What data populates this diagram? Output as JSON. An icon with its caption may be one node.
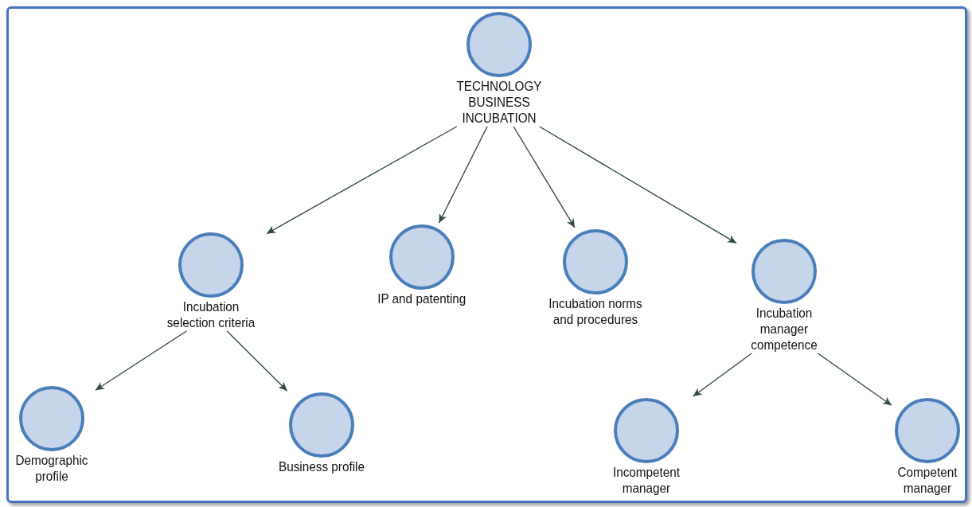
{
  "diagram": {
    "nodes": [
      {
        "text": [
          "TECHNOLOGY BUSINESS INCUBATION"
        ]
      },
      {
        "text": [
          "Incubation selection criteria"
        ]
      },
      {
        "text": [
          "IP and patenting"
        ]
      },
      {
        "text": [
          "Incubation norms and procedures"
        ]
      },
      {
        "text": [
          "Incubation manager competence"
        ]
      },
      {
        "text": [
          "Demographic profile"
        ]
      },
      {
        "text": [
          "Business profile"
        ]
      },
      {
        "text": [
          "Incompetent manager"
        ]
      },
      {
        "text": [
          "Competent manager"
        ]
      }
    ],
    "edges": [
      {
        "from": 0,
        "to": 1,
        "arrow": "to"
      },
      {
        "from": 0,
        "to": 2,
        "arrow": "to"
      },
      {
        "from": 0,
        "to": 3,
        "arrow": "to"
      },
      {
        "from": 0,
        "to": 4,
        "arrow": "to"
      },
      {
        "from": 1,
        "to": 5,
        "arrow": "to"
      },
      {
        "from": 1,
        "to": 6,
        "arrow": "to"
      },
      {
        "from": 4,
        "to": 7,
        "arrow": "to"
      },
      {
        "from": 4,
        "to": 8,
        "arrow": "to"
      }
    ]
  }
}
